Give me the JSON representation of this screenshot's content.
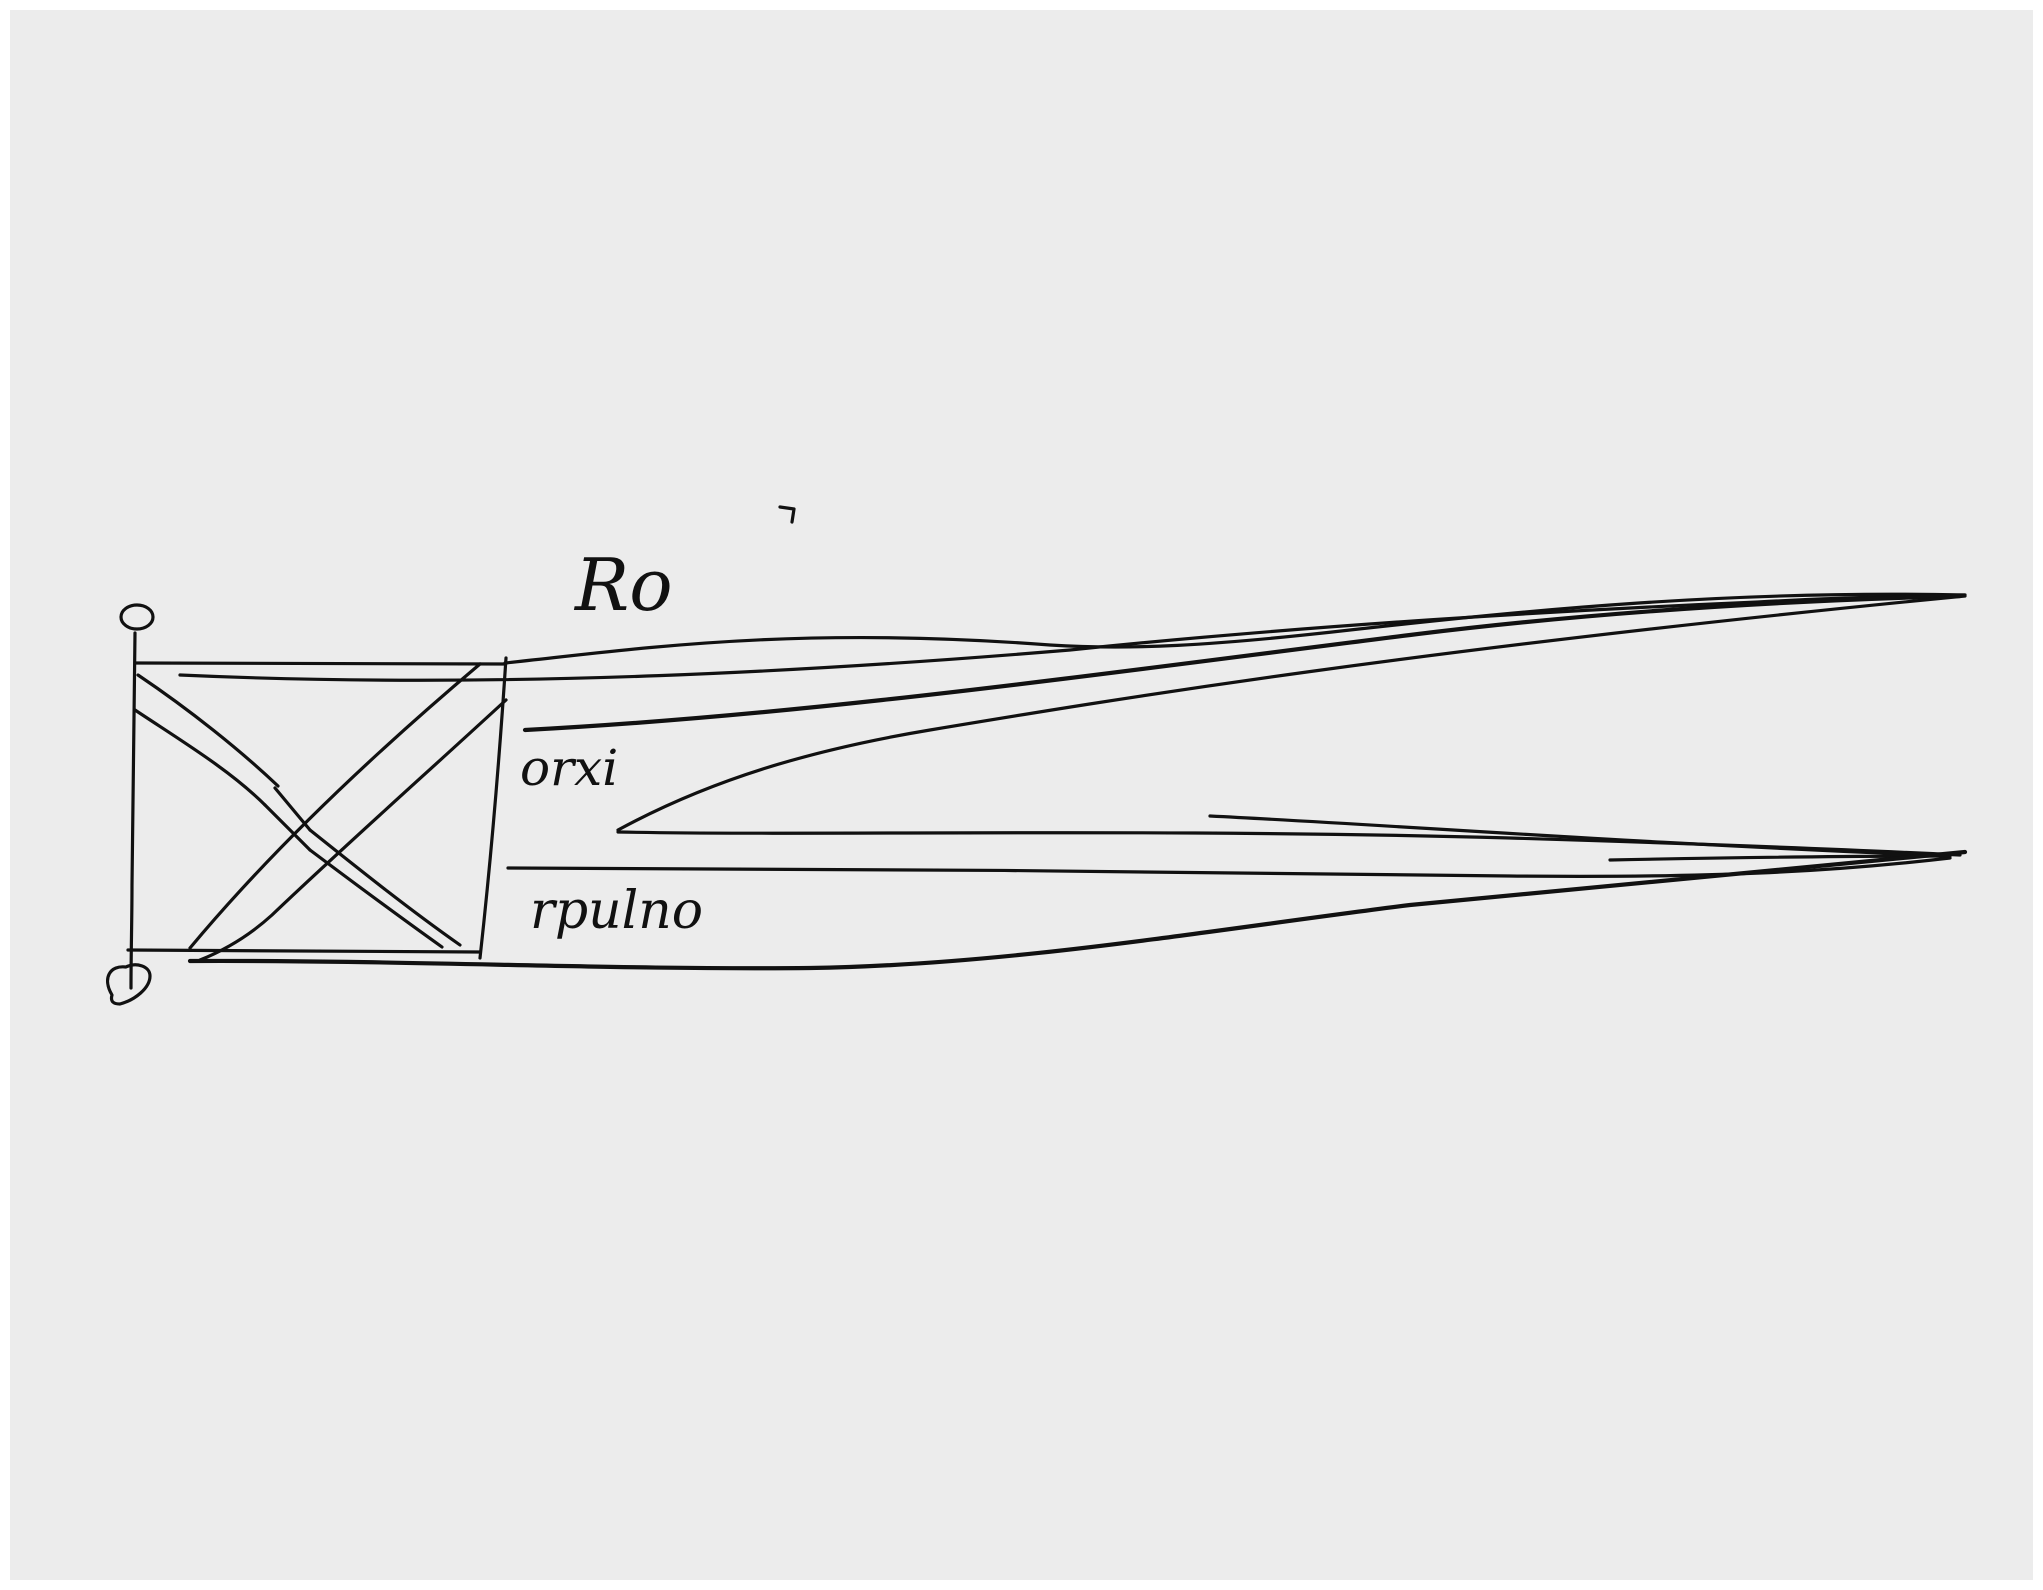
{
  "sketch": {
    "labels": {
      "top": "Ro",
      "middle": "orxi",
      "bottom": "rpulno"
    },
    "colors": {
      "ink": "#111111",
      "paper": "#ececec",
      "border": "#ffffff"
    }
  }
}
